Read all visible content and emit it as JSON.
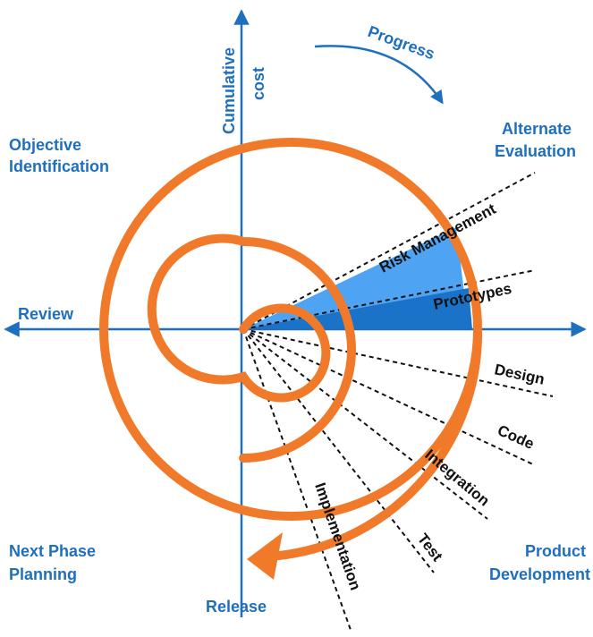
{
  "colors": {
    "axis": "#1f6fbf",
    "spiral": "#f07a2a",
    "risk_wedge": "#4ea3f3",
    "prototype_wedge": "#1a73c8",
    "text_blue": "#1f6fbf",
    "text_black": "#111111"
  },
  "axes": {
    "vertical_label_line1": "Cumulative",
    "vertical_label_line2": "cost",
    "left_label": "Review",
    "bottom_label": "Release"
  },
  "quadrants": {
    "top_left_line1": "Objective",
    "top_left_line2": "Identification",
    "top_right_line1": "Alternate",
    "top_right_line2": "Evaluation",
    "bottom_left_line1": "Next Phase",
    "bottom_left_line2": "Planning",
    "bottom_right_line1": "Product",
    "bottom_right_line2": "Development"
  },
  "progress_label": "Progress",
  "phase_labels": {
    "risk": "Risk Management",
    "prototypes": "Prototypes",
    "design": "Design",
    "code": "Code",
    "integration": "Integration",
    "test": "Test",
    "implementation": "Implementation"
  }
}
